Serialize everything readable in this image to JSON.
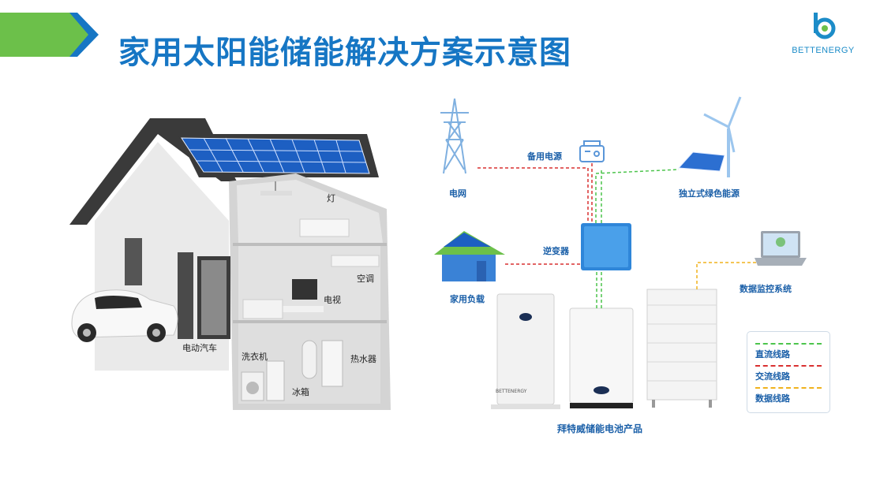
{
  "title": "家用太阳能储能解决方案示意图",
  "logo": {
    "text": "BETTENERGY",
    "color": "#1c8cc8"
  },
  "house_labels": {
    "light": "灯",
    "ac": "空调",
    "tv": "电视",
    "ev": "电动汽车",
    "washer": "洗衣机",
    "heater": "热水器",
    "fridge": "冰箱"
  },
  "system_labels": {
    "grid": "电网",
    "backup": "备用电源",
    "green": "独立式绿色能源",
    "inverter": "逆变器",
    "load": "家用负载",
    "monitor": "数据监控系统",
    "product": "拜特威储能电池产品"
  },
  "battery_brand": "BETTENERGY",
  "legend": [
    {
      "label": "直流线路",
      "color": "#4cc44c"
    },
    {
      "label": "交流线路",
      "color": "#d93030"
    },
    {
      "label": "数据线路",
      "color": "#f0b21d"
    }
  ],
  "colors": {
    "title": "#1676c4",
    "banner_green": "#6cc04a",
    "banner_blue": "#1676c4"
  }
}
